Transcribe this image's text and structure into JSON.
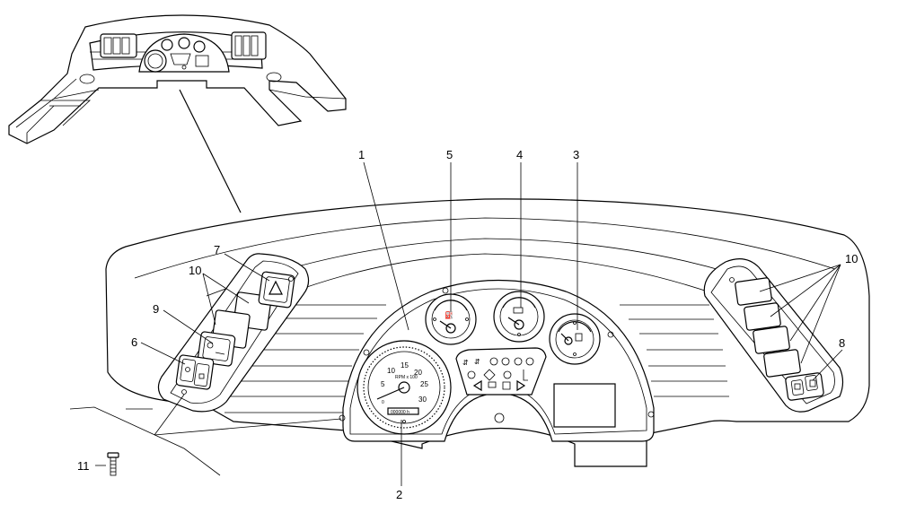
{
  "callouts": {
    "c1": "1",
    "c2": "2",
    "c3": "3",
    "c4": "4",
    "c5": "5",
    "c6": "6",
    "c7": "7",
    "c8": "8",
    "c9": "9",
    "c10_left": "10",
    "c10_right": "10",
    "c11": "11"
  },
  "tachometer": {
    "scale_labels": [
      "5",
      "10",
      "15",
      "20",
      "25",
      "30"
    ],
    "zero_label": "0",
    "unit_label": "RPM x 100",
    "odometer_label": "000000 h"
  },
  "gauges": {
    "oil_pressure_symbol": "oil-can-icon",
    "coolant_temp_symbol": "thermometer-icon",
    "fuel_symbol": "fuel-pump-icon"
  },
  "warning_panel": {
    "icons": [
      "axle-lock-icon",
      "diff-lock-icon",
      "parking-brake-icon",
      "battery-warning-icon",
      "oil-warning-icon",
      "glow-plug-icon",
      "turn-left-icon",
      "headlight-icon",
      "turn-right-icon"
    ]
  }
}
